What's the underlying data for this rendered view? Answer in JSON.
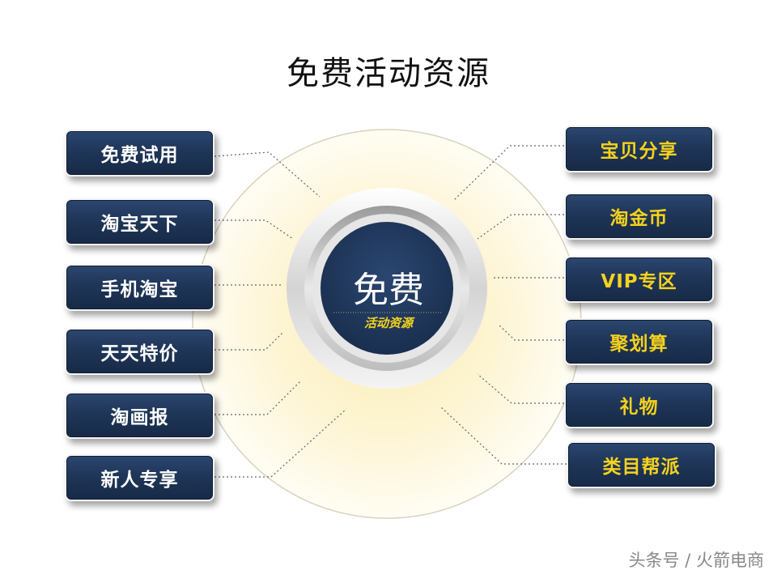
{
  "title": "免费活动资源",
  "center": {
    "title": "免费",
    "subtitle": "活动资源"
  },
  "left_items": [
    {
      "label": "免费试用"
    },
    {
      "label": "淘宝天下"
    },
    {
      "label": "手机淘宝"
    },
    {
      "label": "天天特价"
    },
    {
      "label": "淘画报"
    },
    {
      "label": "新人专享"
    }
  ],
  "right_items": [
    {
      "label": "宝贝分享"
    },
    {
      "label": "淘金币"
    },
    {
      "label": "VIP专区"
    },
    {
      "label": "聚划算"
    },
    {
      "label": "礼物"
    },
    {
      "label": "类目帮派"
    }
  ],
  "watermark": "头条号 / 火箭电商",
  "colors": {
    "box_fill": "#1f3658",
    "left_text": "#ffffff",
    "right_text": "#f5d21d",
    "center_fill": "#213a5c",
    "outer_disc": "#fbeeb8"
  }
}
